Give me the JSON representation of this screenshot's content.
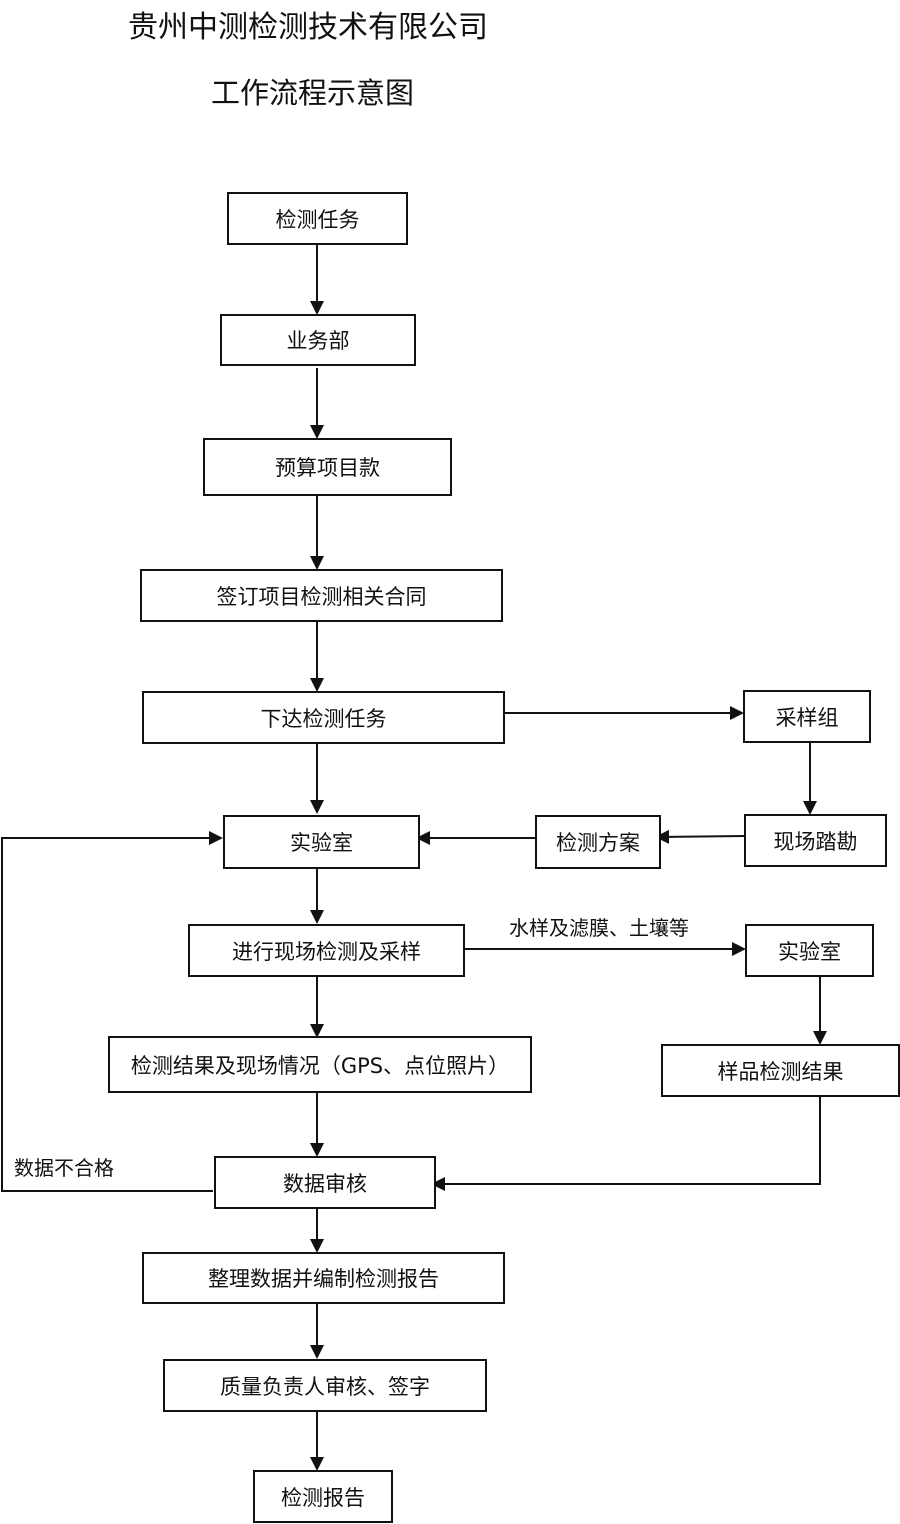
{
  "header": {
    "company": "贵州中测检测技术有限公司",
    "title": "工作流程示意图"
  },
  "nodes": {
    "task": "检测任务",
    "business_dept": "业务部",
    "budget": "预算项目款",
    "contract": "签订项目检测相关合同",
    "issue_task": "下达检测任务",
    "sampling_group": "采样组",
    "lab_main": "实验室",
    "inspection_plan": "检测方案",
    "site_survey": "现场踏勘",
    "field_testing": "进行现场检测及采样",
    "lab_secondary": "实验室",
    "field_results": "检测结果及现场情况（GPS、点位照片）",
    "sample_results": "样品检测结果",
    "data_review": "数据审核",
    "compile_report": "整理数据并编制检测报告",
    "quality_signoff": "质量负责人审核、签字",
    "final_report": "检测报告"
  },
  "edge_labels": {
    "samples": "水样及滤膜、土壤等",
    "data_failed": "数据不合格"
  }
}
